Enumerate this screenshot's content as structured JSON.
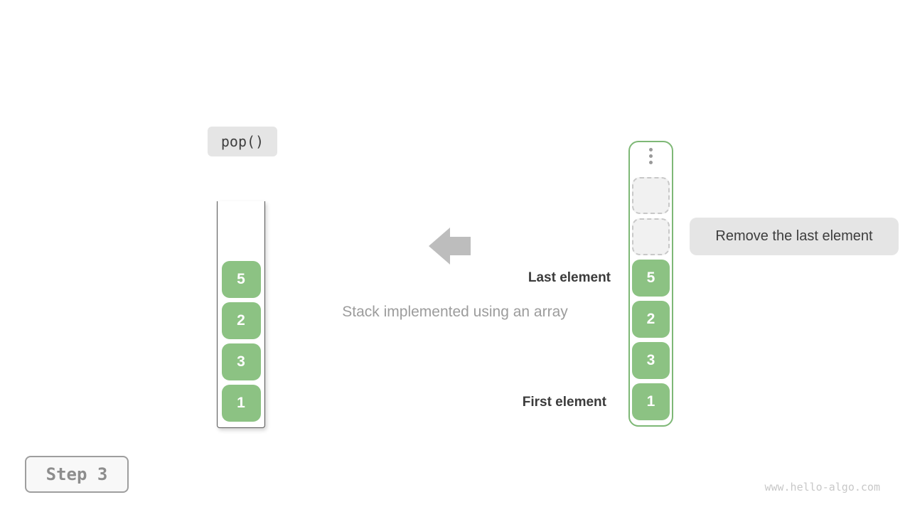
{
  "labels": {
    "operation": "pop()",
    "annotation": "Remove the last element",
    "last_element": "Last element",
    "first_element": "First element",
    "caption": "Stack implemented using an array",
    "step": "Step 3",
    "watermark": "www.hello-algo.com"
  },
  "icons": {
    "arrow": "arrow-left-icon",
    "ellipsis": "vertical-ellipsis-icon"
  },
  "left_stack": {
    "cells": [
      {
        "kind": "filled",
        "value": "5"
      },
      {
        "kind": "filled",
        "value": "2"
      },
      {
        "kind": "filled",
        "value": "3"
      },
      {
        "kind": "filled",
        "value": "1"
      }
    ]
  },
  "right_stack": {
    "cells": [
      {
        "kind": "empty",
        "value": ""
      },
      {
        "kind": "empty",
        "value": ""
      },
      {
        "kind": "filled",
        "value": "5"
      },
      {
        "kind": "filled",
        "value": "2"
      },
      {
        "kind": "filled",
        "value": "3"
      },
      {
        "kind": "filled",
        "value": "1"
      }
    ]
  },
  "colors": {
    "cell_green": "#8cc283",
    "container_green": "#7eb876",
    "label_bg": "#e5e5e5",
    "text_dark": "#3b3b3b",
    "text_gray": "#9c9c9c",
    "arrow_gray": "#bdbdbd",
    "step_gray": "#8d8d8d",
    "watermark_gray": "#c8c8c8"
  }
}
